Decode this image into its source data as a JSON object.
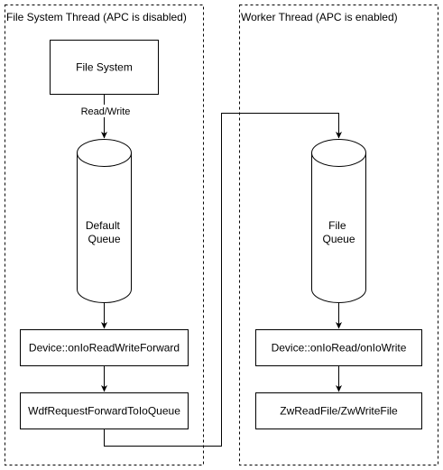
{
  "lanes": {
    "left": {
      "title": "File System Thread (APC is disabled)"
    },
    "right": {
      "title": "Worker Thread (APC is enabled)"
    }
  },
  "nodes": {
    "file_system": "File System",
    "default_queue": [
      "Default",
      "Queue"
    ],
    "file_queue": [
      "File",
      "Queue"
    ],
    "on_io_read_write_forward": "Device::onIoReadWriteForward",
    "wdf_request_forward": "WdfRequestForwardToIoQueue",
    "on_io_read_write": "Device::onIoRead/onIoWrite",
    "zw_read_write_file": "ZwReadFile/ZwWriteFile"
  },
  "edges": {
    "read_write_label": "Read/Write"
  },
  "colors": {
    "stroke": "#000000",
    "fill": "#ffffff"
  }
}
